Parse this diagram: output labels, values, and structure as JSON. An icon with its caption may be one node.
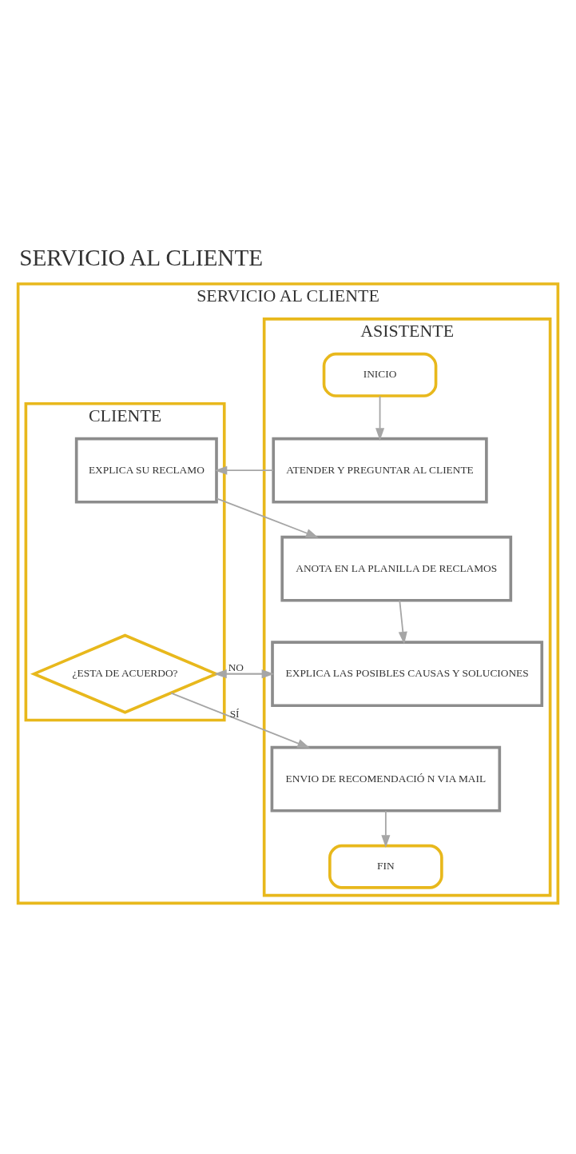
{
  "diagram": {
    "title": "SERVICIO AL CLIENTE",
    "nodes": [
      {
        "text": [
          "SERVICIO AL CLIENTE"
        ]
      },
      {
        "text": [
          "ASISTENTE"
        ],
        "in": 0
      },
      {
        "text": [
          "CLIENTE"
        ],
        "in": 0
      },
      {
        "text": [
          "INICIO"
        ],
        "in": 1
      },
      {
        "text": [
          "ATENDER Y PREGUNTAR AL CLIENTE"
        ],
        "in": 1
      },
      {
        "text": [
          "EXPLICA SU RECLAMO"
        ],
        "in": 2
      },
      {
        "text": [
          "ANOTA EN LA PLANILLA DE RECLAMOS"
        ],
        "in": 1
      },
      {
        "text": [
          "EXPLICA LAS POSIBLES CAUSAS Y SOLUCIONES"
        ],
        "in": 1
      },
      {
        "text": [
          "¿ESTA DE ACUERDO?"
        ],
        "in": 2
      },
      {
        "text": [
          "ENVIO DE RECOMENDACIÓ N VIA MAIL"
        ],
        "in": 1
      },
      {
        "text": [
          "FIN"
        ],
        "in": 1
      }
    ],
    "edges": [
      {
        "from": 3,
        "to": 4,
        "arrow": "to"
      },
      {
        "from": 4,
        "to": 5,
        "arrow": "to"
      },
      {
        "from": 5,
        "to": 6,
        "arrow": "to"
      },
      {
        "from": 6,
        "to": 7,
        "arrow": "to"
      },
      {
        "from": 7,
        "to": 8,
        "arrow": "to"
      },
      {
        "from": 8,
        "to": 7,
        "arrow": "to",
        "label": "NO"
      },
      {
        "from": 8,
        "to": 9,
        "arrow": "to",
        "label": "SÍ"
      },
      {
        "from": 9,
        "to": 10,
        "arrow": "to"
      }
    ]
  }
}
